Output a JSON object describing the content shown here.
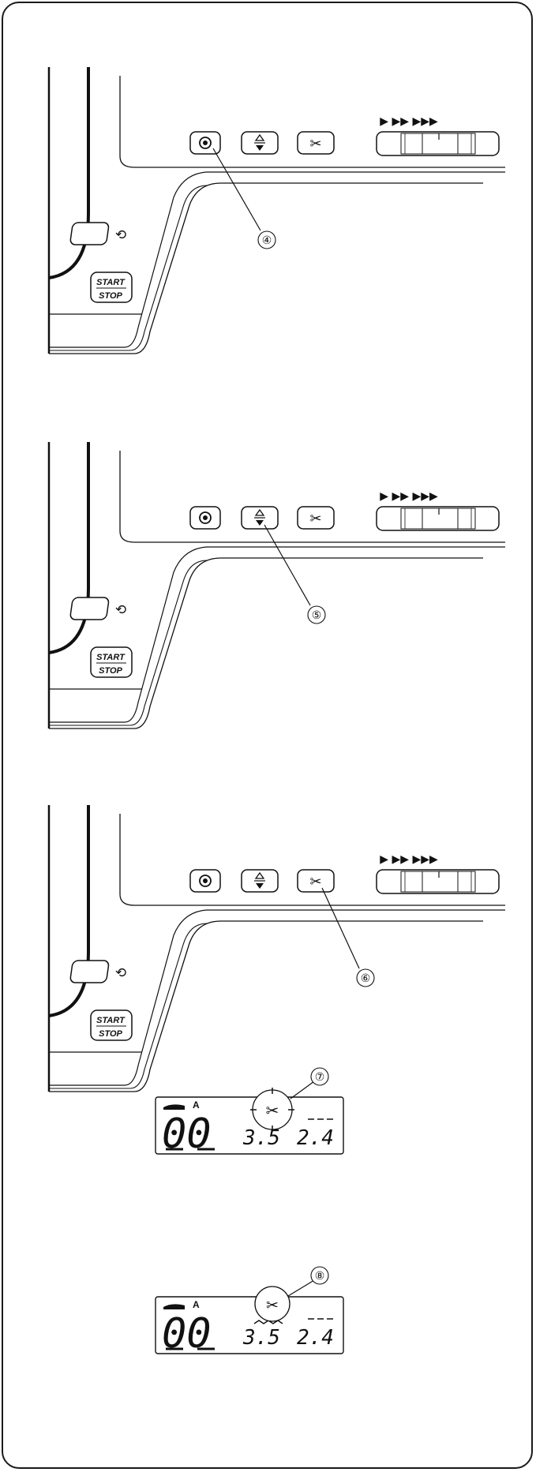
{
  "panels": [
    {
      "callout": "④",
      "start_label": "START",
      "stop_label": "STOP",
      "speed_label": "▶ ▶▶ ▶▶▶"
    },
    {
      "callout": "⑤",
      "start_label": "START",
      "stop_label": "STOP",
      "speed_label": "▶ ▶▶ ▶▶▶"
    },
    {
      "callout": "⑥",
      "start_label": "START",
      "stop_label": "STOP",
      "speed_label": "▶ ▶▶ ▶▶▶"
    }
  ],
  "displays": [
    {
      "callout": "⑦",
      "mode": "A",
      "pattern": "00",
      "stitch_length": "3.5",
      "stitch_width": "2.4"
    },
    {
      "callout": "⑧",
      "mode": "A",
      "pattern": "00",
      "stitch_length": "3.5",
      "stitch_width": "2.4"
    }
  ],
  "icons": [
    "needle-up-down-icon",
    "reverse-stitch-icon",
    "thread-cutter-icon",
    "up-down-arrow-icon",
    "speed-slider-icon"
  ]
}
